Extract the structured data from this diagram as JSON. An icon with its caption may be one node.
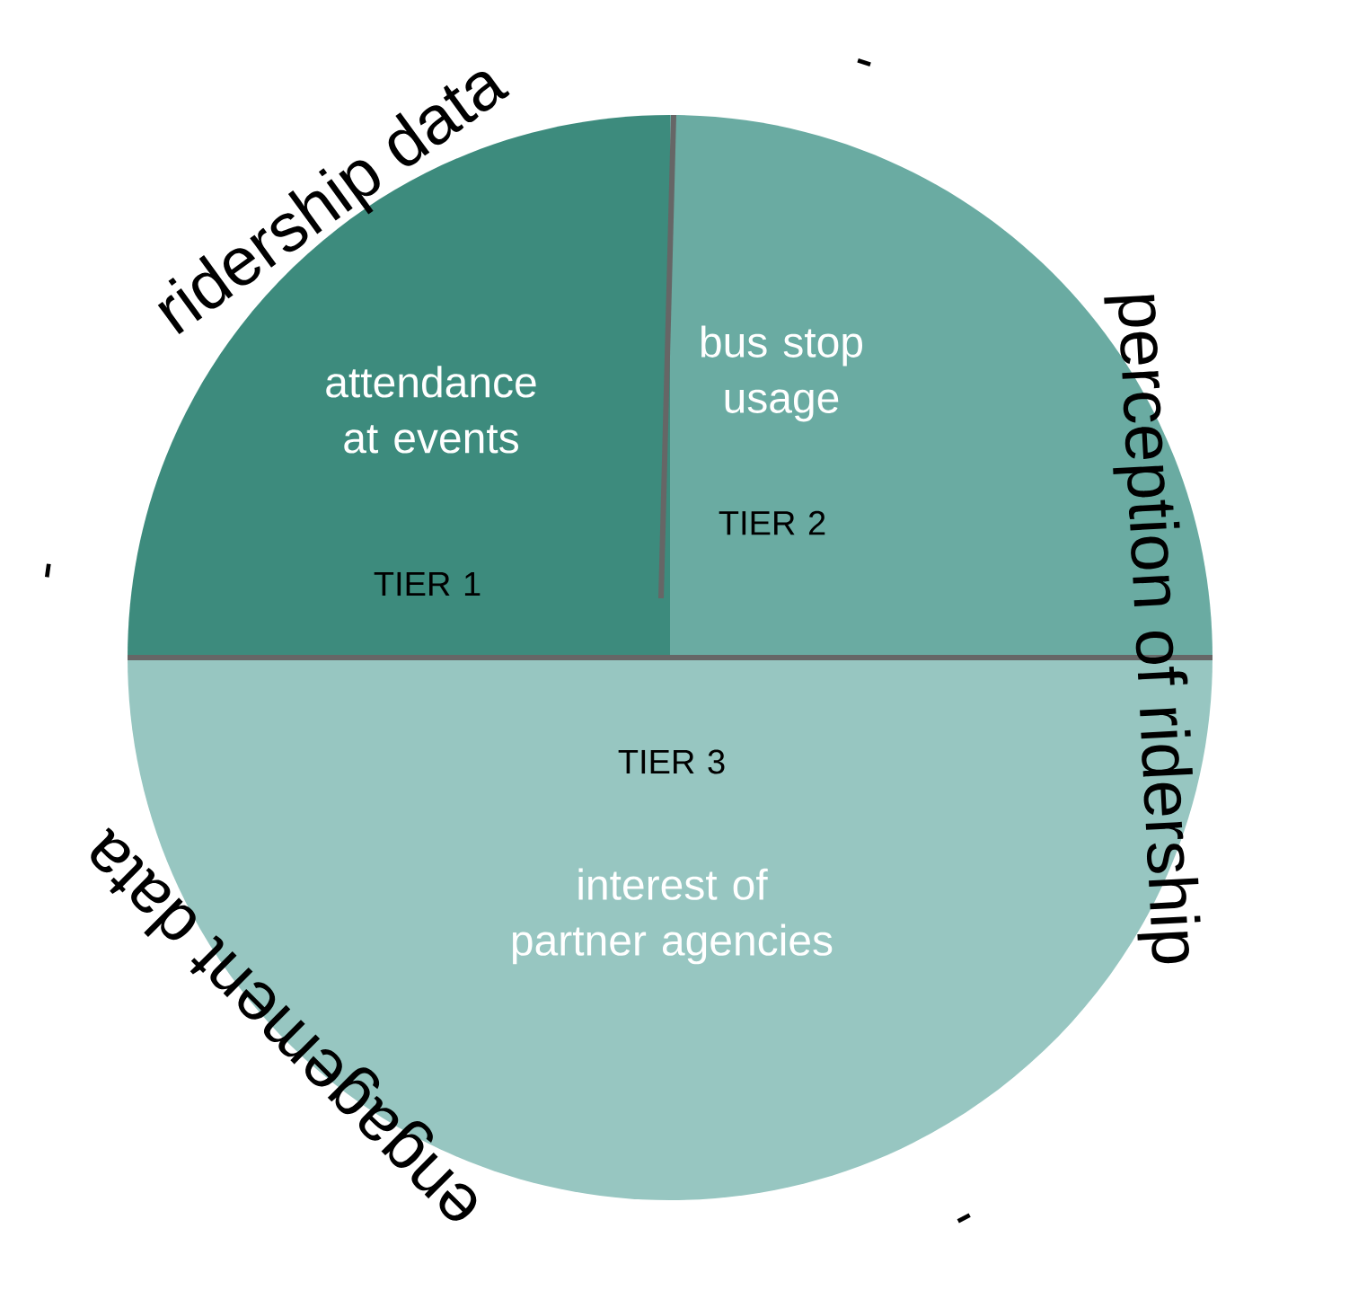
{
  "diagram": {
    "nodes": [
      {
        "text": [
          "attendance at events",
          "TIER 1"
        ]
      },
      {
        "text": [
          "bus stop usage",
          "TIER 2"
        ]
      },
      {
        "text": [
          "TIER 3",
          "interest of partner agencies"
        ]
      }
    ],
    "labels": [
      "ridership data",
      "-",
      "perception of ridership",
      "-",
      "engagement data",
      "-"
    ]
  }
}
